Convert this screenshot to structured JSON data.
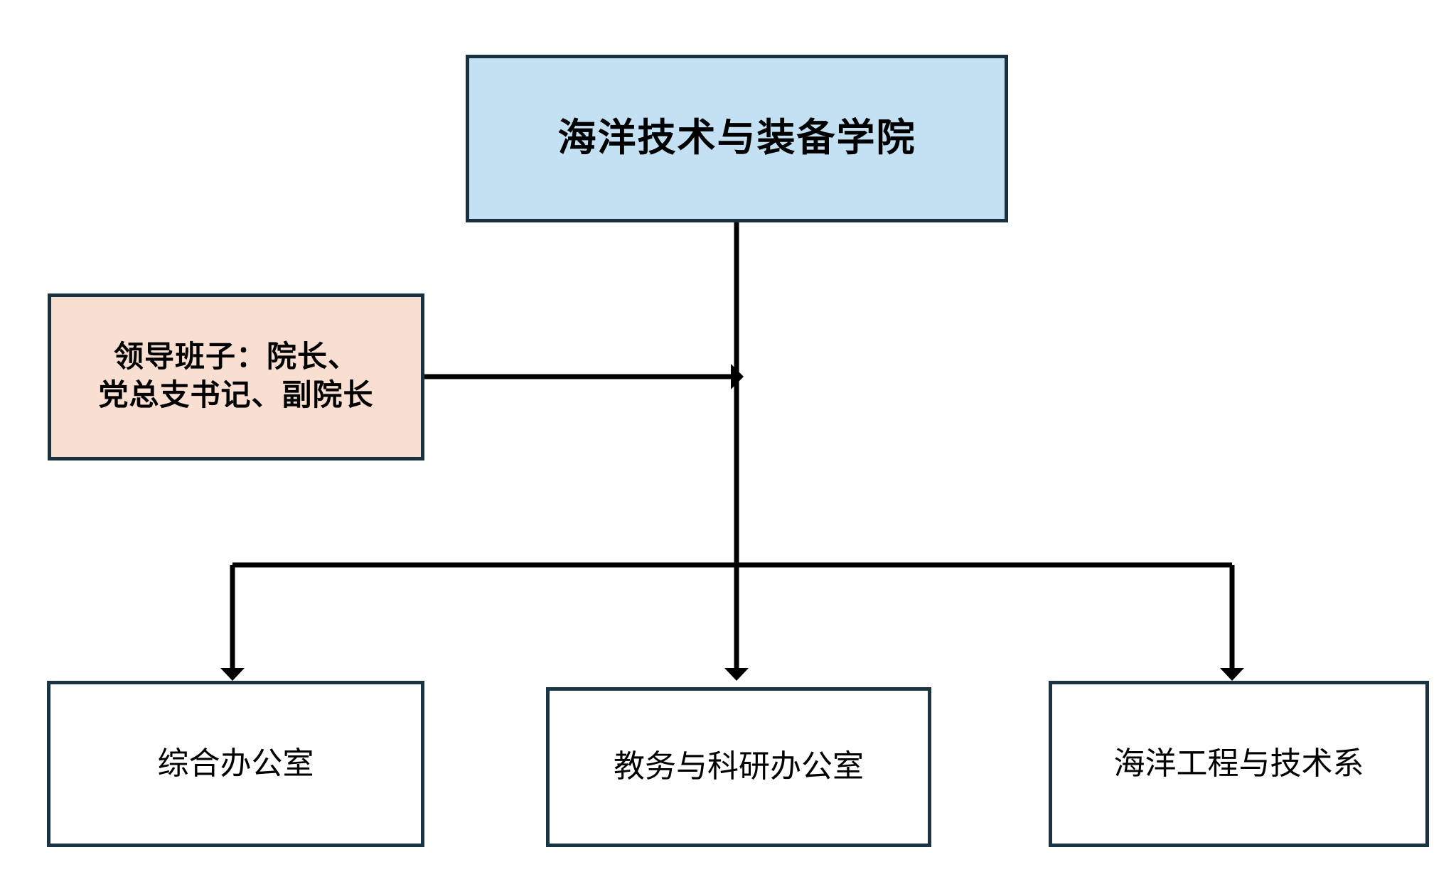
{
  "diagram": {
    "type": "organizational-chart",
    "orientation": "top-down",
    "background_color": "#FFFFFF",
    "edge_color": "#000000",
    "border_color": "#18303F",
    "nodes": {
      "root": {
        "label": "海洋技术与装备学院",
        "fill_color": "#C3E1F2",
        "border_color": "#18303F",
        "level": 0
      },
      "leadership": {
        "label": "领导班子：院长、\n党总支书记、副院长",
        "fill_color": "#F9DFD1",
        "border_color": "#18303F",
        "level": 1
      },
      "departments": [
        {
          "label": "综合办公室",
          "fill_color": "#FFFFFF",
          "border_color": "#1B3444",
          "level": 2
        },
        {
          "label": "教务与科研办公室",
          "fill_color": "#FFFFFF",
          "border_color": "#1B3444",
          "level": 2
        },
        {
          "label": "海洋工程与技术系",
          "fill_color": "#FFFFFF",
          "border_color": "#1B3444",
          "level": 2
        }
      ]
    },
    "edges": [
      {
        "from": "leadership",
        "to": "root-trunk",
        "style": "arrow",
        "direction": "right"
      },
      {
        "from": "root",
        "to": "departments.0",
        "style": "arrow",
        "direction": "down"
      },
      {
        "from": "root",
        "to": "departments.1",
        "style": "arrow",
        "direction": "down"
      },
      {
        "from": "root",
        "to": "departments.2",
        "style": "arrow",
        "direction": "down"
      }
    ]
  }
}
